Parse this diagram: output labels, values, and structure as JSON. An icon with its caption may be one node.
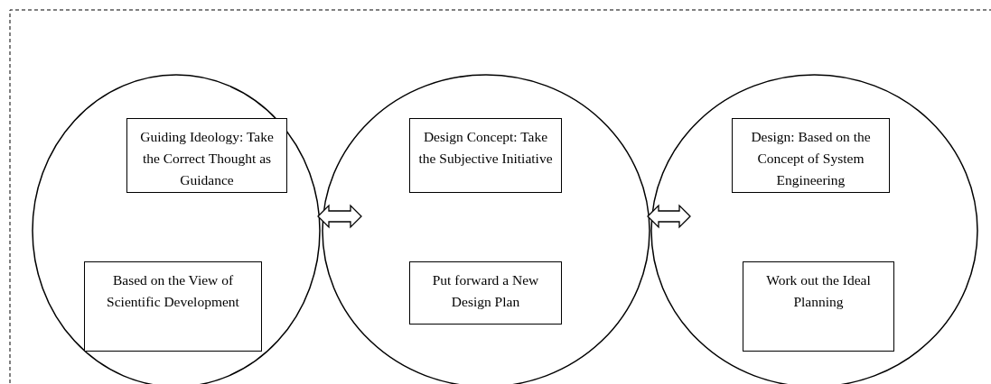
{
  "diagram": {
    "nodes": [
      {
        "text": [],
        "shape": "circle"
      },
      {
        "text": [
          "Guiding Ideology: Take the Correct Thought as Guidance"
        ],
        "in": 0
      },
      {
        "text": [
          "Based on the View of Scientific Development"
        ],
        "in": 0
      },
      {
        "text": [],
        "shape": "circle"
      },
      {
        "text": [
          "Design Concept: Take the Subjective Initiative"
        ],
        "in": 3
      },
      {
        "text": [
          "Put forward a New Design Plan"
        ],
        "in": 3
      },
      {
        "text": [],
        "shape": "circle"
      },
      {
        "text": [
          "Design: Based on the Concept of System Engineering"
        ],
        "in": 6
      },
      {
        "text": [
          "Work out the Ideal Planning"
        ],
        "in": 6
      }
    ],
    "edges": [
      {
        "from": 0,
        "to": 3,
        "arrow": "both"
      },
      {
        "from": 3,
        "to": 6,
        "arrow": "both"
      }
    ]
  }
}
